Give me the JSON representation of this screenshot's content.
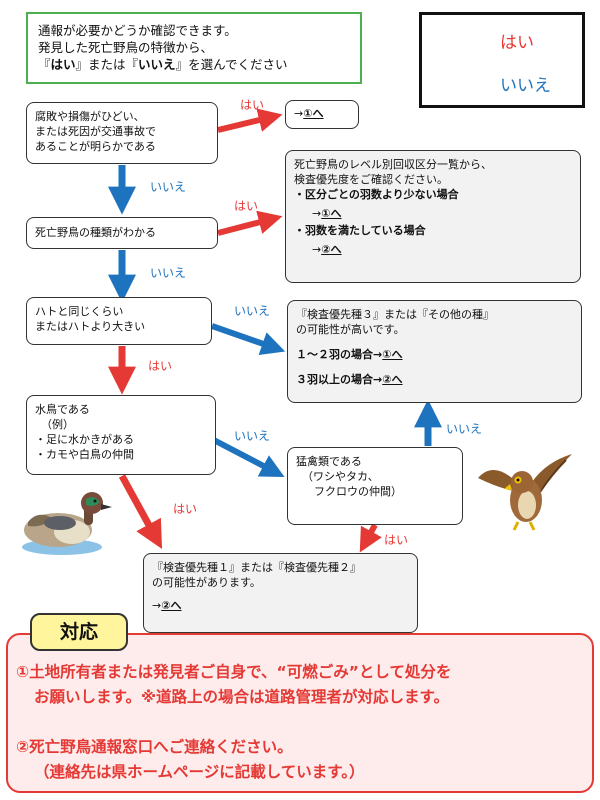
{
  "intro": {
    "line1": "通報が必要かどうか確認できます。",
    "line2": "発見した死亡野鳥の特徴から、",
    "line3_pre": "『",
    "line3_yes": "はい",
    "line3_mid": "』または『",
    "line3_no": "いいえ",
    "line3_post": "』を選んでください"
  },
  "legend": {
    "yes": "はい",
    "no": "いいえ"
  },
  "colors": {
    "yes": "#e53935",
    "no": "#1e73be",
    "intro_border": "#4caf50",
    "response_bg": "#fdeceb",
    "taiou_bg": "#fff59d"
  },
  "q1": {
    "line1": "腐敗や損傷がひどい、",
    "line2": "または死因が交通事故で",
    "line3": "あることが明らかである"
  },
  "q2": {
    "text": "死亡野鳥の種類がわかる"
  },
  "q3": {
    "line1": "ハトと同じくらい",
    "line2": "またはハトより大きい"
  },
  "q4": {
    "line1": "水鳥である",
    "line2": "（例）",
    "line3": "・足に水かきがある",
    "line4": "・カモや白鳥の仲間"
  },
  "q5": {
    "line1": "猛禽類である",
    "line2": "（ワシやタカ、",
    "line3": "フクロウの仲間）"
  },
  "r1": {
    "arrow": "→",
    "target": "①へ"
  },
  "r2": {
    "line1": "死亡野鳥のレベル別回収区分一覧から、",
    "line2": "検査優先度をご確認ください。",
    "bullet1": "・区分ごとの羽数より少ない場合",
    "bullet1_arrow": "→",
    "bullet1_target": "①へ",
    "bullet2": "・羽数を満たしている場合",
    "bullet2_arrow": "→",
    "bullet2_target": "②へ"
  },
  "r3": {
    "line1": "『検査優先種３』または『その他の種』",
    "line2": "の可能性が高いです。",
    "case1": "１～２羽の場合→",
    "case1_target": "①へ",
    "case2": "３羽以上の場合→",
    "case2_target": "②へ"
  },
  "r4": {
    "line1": "『検査優先種１』または『検査優先種２』",
    "line2": "の可能性があります。",
    "arrow": "→",
    "target": "②へ"
  },
  "labels": {
    "yes": "はい",
    "no": "いいえ"
  },
  "response": {
    "title": "対応",
    "line1": "①土地所有者または発見者ご自身で、“可燃ごみ”として処分を",
    "line2": "お願いします。※道路上の場合は道路管理者が対応します。",
    "line3": "②死亡野鳥通報窓口へご連絡ください。",
    "line4": "（連絡先は県ホームページに記載しています。）"
  }
}
